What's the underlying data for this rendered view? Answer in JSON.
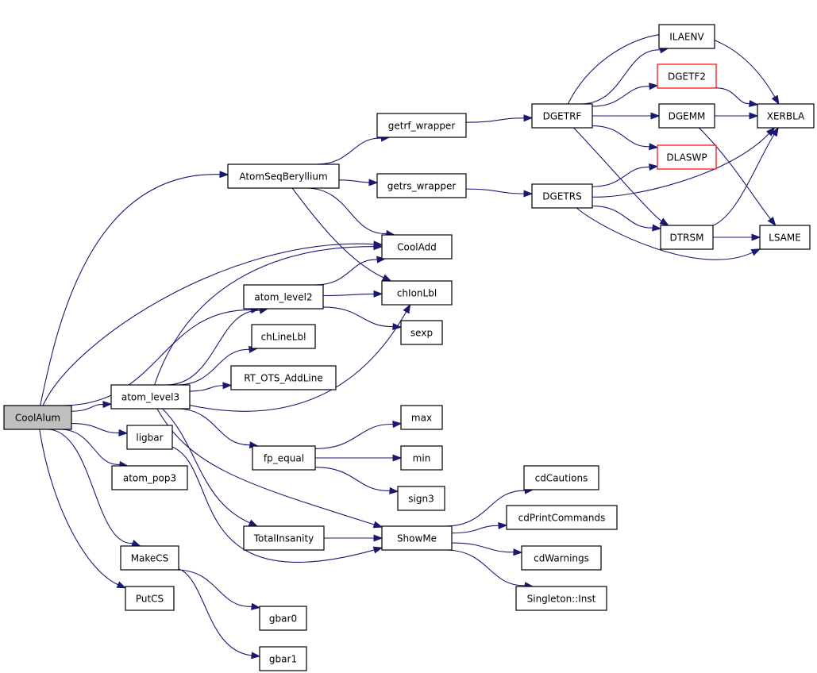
{
  "colors": {
    "edge": "#191970",
    "root_fill": "#bfbfbf",
    "truncated_border": "#ff0000",
    "node_border": "#000000",
    "node_fill": "#ffffff"
  },
  "nodes": [
    {
      "id": "CoolAlum",
      "label": "CoolAlum",
      "kind": "root"
    },
    {
      "id": "AtomSeqBeryllium",
      "label": "AtomSeqBeryllium"
    },
    {
      "id": "getrf_wrapper",
      "label": "getrf_wrapper"
    },
    {
      "id": "getrs_wrapper",
      "label": "getrs_wrapper"
    },
    {
      "id": "DGETRF",
      "label": "DGETRF"
    },
    {
      "id": "DGETRS",
      "label": "DGETRS"
    },
    {
      "id": "ILAENV",
      "label": "ILAENV"
    },
    {
      "id": "DGETF2",
      "label": "DGETF2",
      "kind": "truncated"
    },
    {
      "id": "DGEMM",
      "label": "DGEMM"
    },
    {
      "id": "DLASWP",
      "label": "DLASWP",
      "kind": "truncated"
    },
    {
      "id": "DTRSM",
      "label": "DTRSM"
    },
    {
      "id": "XERBLA",
      "label": "XERBLA"
    },
    {
      "id": "LSAME",
      "label": "LSAME"
    },
    {
      "id": "CoolAdd",
      "label": "CoolAdd"
    },
    {
      "id": "chIonLbl",
      "label": "chIonLbl"
    },
    {
      "id": "atom_level2",
      "label": "atom_level2"
    },
    {
      "id": "sexp",
      "label": "sexp"
    },
    {
      "id": "chLineLbl",
      "label": "chLineLbl"
    },
    {
      "id": "RT_OTS_AddLine",
      "label": "RT_OTS_AddLine"
    },
    {
      "id": "atom_level3",
      "label": "atom_level3"
    },
    {
      "id": "ligbar",
      "label": "ligbar"
    },
    {
      "id": "atom_pop3",
      "label": "atom_pop3"
    },
    {
      "id": "MakeCS",
      "label": "MakeCS"
    },
    {
      "id": "PutCS",
      "label": "PutCS"
    },
    {
      "id": "max",
      "label": "max"
    },
    {
      "id": "min",
      "label": "min"
    },
    {
      "id": "fp_equal",
      "label": "fp_equal"
    },
    {
      "id": "sign3",
      "label": "sign3"
    },
    {
      "id": "TotalInsanity",
      "label": "TotalInsanity"
    },
    {
      "id": "ShowMe",
      "label": "ShowMe"
    },
    {
      "id": "cdCautions",
      "label": "cdCautions"
    },
    {
      "id": "cdPrintCommands",
      "label": "cdPrintCommands"
    },
    {
      "id": "cdWarnings",
      "label": "cdWarnings"
    },
    {
      "id": "Singleton::Inst",
      "label": "Singleton::Inst"
    },
    {
      "id": "gbar0",
      "label": "gbar0"
    },
    {
      "id": "gbar1",
      "label": "gbar1"
    }
  ],
  "edges": [
    {
      "from": "CoolAlum",
      "to": "AtomSeqBeryllium"
    },
    {
      "from": "CoolAlum",
      "to": "CoolAdd"
    },
    {
      "from": "CoolAlum",
      "to": "atom_level2"
    },
    {
      "from": "CoolAlum",
      "to": "atom_level3"
    },
    {
      "from": "CoolAlum",
      "to": "ligbar"
    },
    {
      "from": "CoolAlum",
      "to": "atom_pop3"
    },
    {
      "from": "CoolAlum",
      "to": "MakeCS"
    },
    {
      "from": "CoolAlum",
      "to": "PutCS"
    },
    {
      "from": "AtomSeqBeryllium",
      "to": "getrf_wrapper"
    },
    {
      "from": "AtomSeqBeryllium",
      "to": "getrs_wrapper"
    },
    {
      "from": "AtomSeqBeryllium",
      "to": "CoolAdd"
    },
    {
      "from": "AtomSeqBeryllium",
      "to": "chIonLbl"
    },
    {
      "from": "getrf_wrapper",
      "to": "DGETRF"
    },
    {
      "from": "getrs_wrapper",
      "to": "DGETRS"
    },
    {
      "from": "DGETRF",
      "to": "ILAENV"
    },
    {
      "from": "DGETRF",
      "to": "DGETF2"
    },
    {
      "from": "DGETRF",
      "to": "DGEMM"
    },
    {
      "from": "DGETRF",
      "to": "DLASWP"
    },
    {
      "from": "DGETRF",
      "to": "DTRSM"
    },
    {
      "from": "DGETRF",
      "to": "XERBLA"
    },
    {
      "from": "DGETRS",
      "to": "DLASWP"
    },
    {
      "from": "DGETRS",
      "to": "DTRSM"
    },
    {
      "from": "DGETRS",
      "to": "XERBLA"
    },
    {
      "from": "DGETRS",
      "to": "LSAME"
    },
    {
      "from": "DGETF2",
      "to": "XERBLA"
    },
    {
      "from": "DGEMM",
      "to": "XERBLA"
    },
    {
      "from": "DGEMM",
      "to": "LSAME"
    },
    {
      "from": "DTRSM",
      "to": "XERBLA"
    },
    {
      "from": "DTRSM",
      "to": "LSAME"
    },
    {
      "from": "atom_level2",
      "to": "CoolAdd"
    },
    {
      "from": "atom_level2",
      "to": "chIonLbl"
    },
    {
      "from": "atom_level2",
      "to": "sexp"
    },
    {
      "from": "atom_level3",
      "to": "CoolAdd"
    },
    {
      "from": "atom_level3",
      "to": "atom_level2"
    },
    {
      "from": "atom_level3",
      "to": "chLineLbl"
    },
    {
      "from": "atom_level3",
      "to": "RT_OTS_AddLine"
    },
    {
      "from": "atom_level3",
      "to": "chIonLbl"
    },
    {
      "from": "atom_level3",
      "to": "fp_equal"
    },
    {
      "from": "atom_level3",
      "to": "TotalInsanity"
    },
    {
      "from": "atom_level3",
      "to": "ShowMe"
    },
    {
      "from": "ligbar",
      "to": "ShowMe"
    },
    {
      "from": "fp_equal",
      "to": "max"
    },
    {
      "from": "fp_equal",
      "to": "min"
    },
    {
      "from": "fp_equal",
      "to": "sign3"
    },
    {
      "from": "TotalInsanity",
      "to": "ShowMe"
    },
    {
      "from": "ShowMe",
      "to": "cdCautions"
    },
    {
      "from": "ShowMe",
      "to": "cdPrintCommands"
    },
    {
      "from": "ShowMe",
      "to": "cdWarnings"
    },
    {
      "from": "ShowMe",
      "to": "Singleton::Inst"
    },
    {
      "from": "MakeCS",
      "to": "gbar0"
    },
    {
      "from": "MakeCS",
      "to": "gbar1"
    }
  ]
}
